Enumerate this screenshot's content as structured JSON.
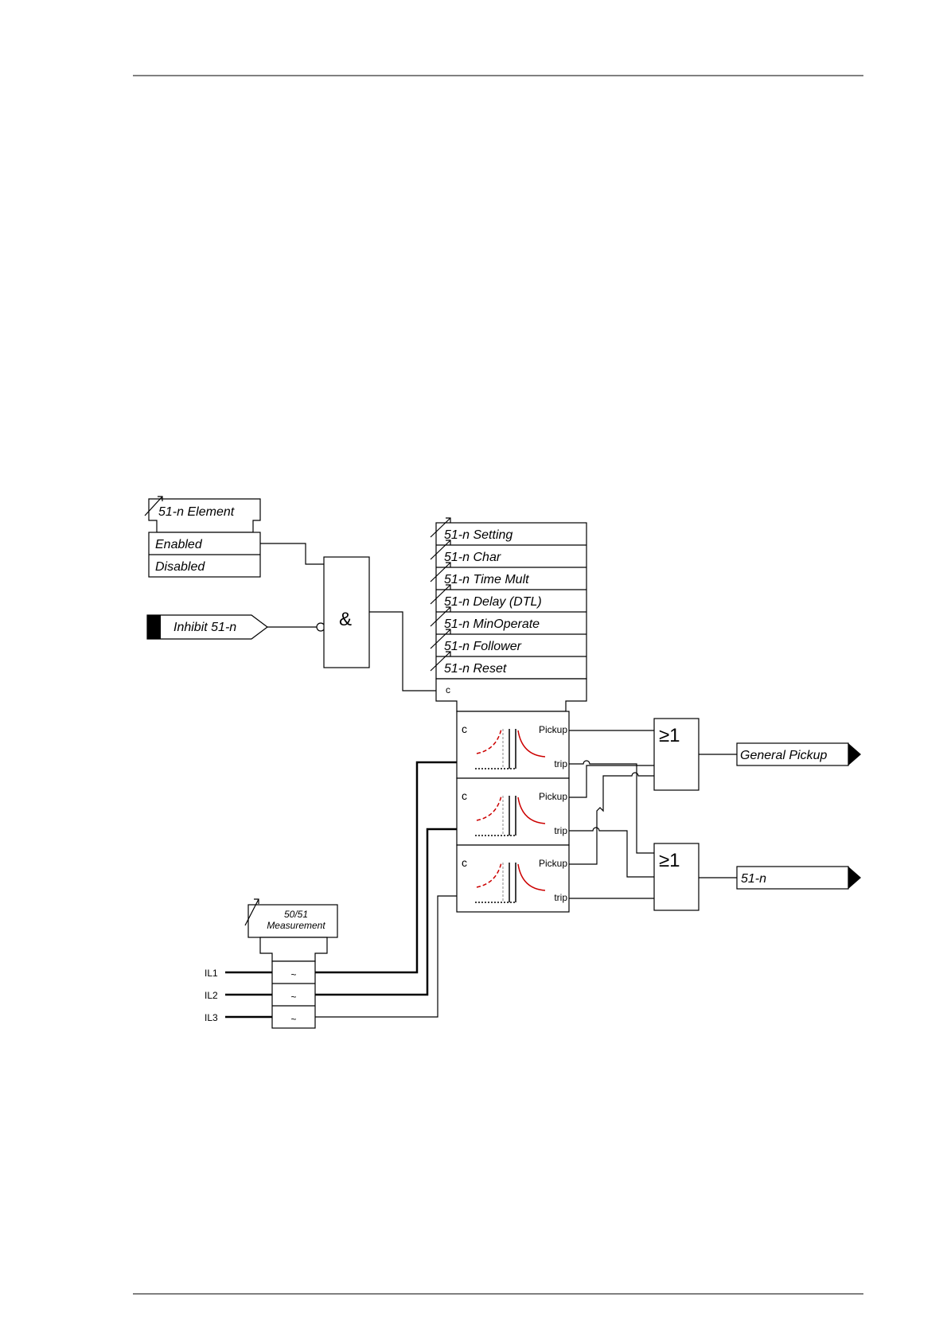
{
  "element_setting": {
    "title_prefix": "51-",
    "title_suffix": "Element",
    "variable": "n",
    "options": [
      "Enabled",
      "Disabled"
    ]
  },
  "inhibit": {
    "label_prefix": "Inhibit 51-",
    "variable": "n"
  },
  "and_gate": {
    "symbol": "&"
  },
  "settings": {
    "prefix": "51-",
    "variable": "n",
    "items": [
      "Setting",
      "Char",
      "Time Mult",
      "Delay (DTL)",
      "MinOperate",
      "Follower",
      "Reset"
    ],
    "control_label": "c"
  },
  "curve_blocks": [
    {
      "control": "c",
      "pickup": "Pickup",
      "trip": "trip"
    },
    {
      "control": "c",
      "pickup": "Pickup",
      "trip": "trip"
    },
    {
      "control": "c",
      "pickup": "Pickup",
      "trip": "trip"
    }
  ],
  "or_gates": [
    {
      "symbol": "≥1"
    },
    {
      "symbol": "≥1"
    }
  ],
  "outputs": {
    "general_pickup": "General Pickup",
    "trip_prefix": "51-",
    "trip_variable": "n"
  },
  "measurement": {
    "line1": "50/51",
    "line2": "Measurement",
    "filter_symbol": "~"
  },
  "inputs": [
    "IL1",
    "IL2",
    "IL3"
  ],
  "colors": {
    "curve": "#cc0000",
    "line": "#000000",
    "dashed": "#888888"
  }
}
